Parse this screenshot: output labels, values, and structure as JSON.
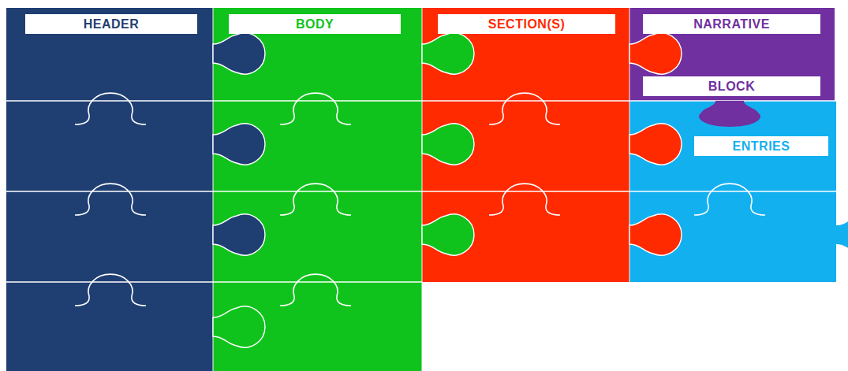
{
  "diagram": {
    "nodes": [
      {
        "text": [
          "HEADER"
        ]
      },
      {
        "text": [
          "BODY"
        ]
      },
      {
        "text": [
          "SECTION(S)"
        ]
      },
      {
        "text": [
          "NARRATIVE",
          "BLOCK"
        ]
      },
      {
        "text": [
          "ENTRIES"
        ]
      }
    ]
  }
}
